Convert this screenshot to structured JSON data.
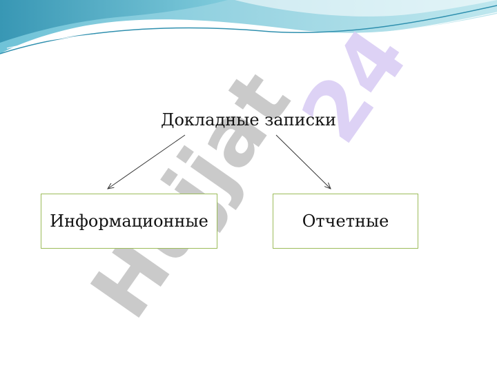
{
  "diagram": {
    "title": "Докладные записки",
    "nodes": [
      {
        "id": "informational",
        "label": "Информационные"
      },
      {
        "id": "reporting",
        "label": "Отчетные"
      }
    ],
    "edges": [
      {
        "from": "title",
        "to": "informational"
      },
      {
        "from": "title",
        "to": "reporting"
      }
    ]
  },
  "watermark": {
    "text": "Hujjat 24"
  },
  "colors": {
    "box_border": "#9bbb59",
    "watermark_gray": "#c8c8c8",
    "watermark_purple": "#dcd0f5",
    "wave_dark": "#3aa7c2",
    "wave_light": "#a9dde8"
  }
}
